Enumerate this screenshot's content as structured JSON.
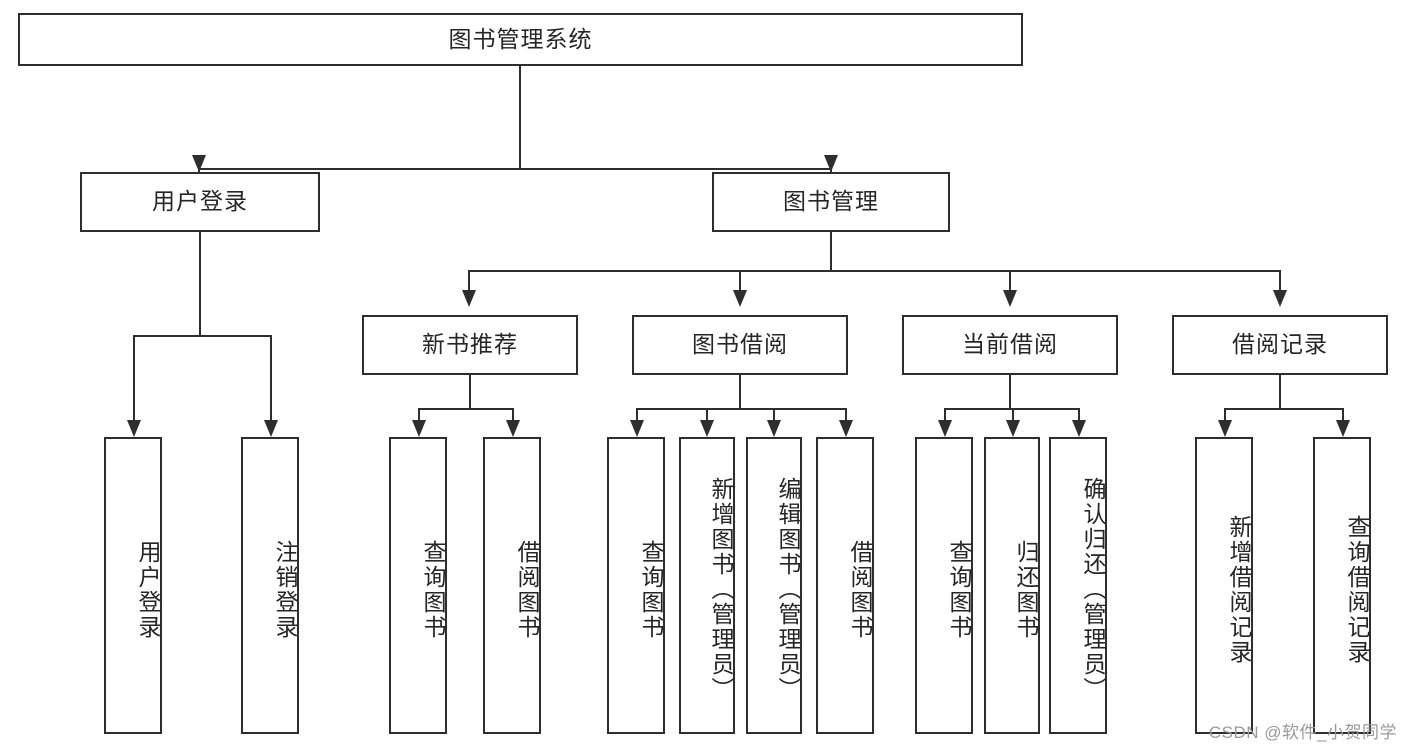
{
  "diagram": {
    "title": "图书管理系统",
    "type": "tree",
    "orientation": "top-down",
    "colors": {
      "line": "#2e2e2e",
      "box_border": "#2e2e2e",
      "box_fill": "#ffffff",
      "text": "#262626",
      "background": "#ffffff",
      "watermark": "#9a9a9a"
    },
    "nodes": {
      "root": {
        "label": "图书管理系统",
        "level": 0
      },
      "user_login": {
        "label": "用户登录",
        "level": 1
      },
      "book_manage": {
        "label": "图书管理",
        "level": 1
      },
      "new_book_rec": {
        "label": "新书推荐",
        "level": 2
      },
      "book_borrow": {
        "label": "图书借阅",
        "level": 2
      },
      "current_borrow": {
        "label": "当前借阅",
        "level": 2
      },
      "borrow_record": {
        "label": "借阅记录",
        "level": 2
      },
      "leaf_user_login": {
        "label": "用户登录",
        "level": 2
      },
      "leaf_logout": {
        "label": "注销登录",
        "level": 2
      },
      "leaf_query_book_1": {
        "label": "查询图书",
        "level": 3
      },
      "leaf_borrow_book_1": {
        "label": "借阅图书",
        "level": 3
      },
      "leaf_query_book_2": {
        "label": "查询图书",
        "level": 3
      },
      "leaf_add_book": {
        "label": "新增图书（管理员）",
        "level": 3
      },
      "leaf_edit_book": {
        "label": "编辑图书（管理员）",
        "level": 3
      },
      "leaf_borrow_book_2": {
        "label": "借阅图书",
        "level": 3
      },
      "leaf_query_book_3": {
        "label": "查询图书",
        "level": 3
      },
      "leaf_return_book": {
        "label": "归还图书",
        "level": 3
      },
      "leaf_confirm_return": {
        "label": "确认归还（管理员）",
        "level": 3
      },
      "leaf_add_record": {
        "label": "新增借阅记录",
        "level": 3
      },
      "leaf_query_record": {
        "label": "查询借阅记录",
        "level": 3
      }
    },
    "edges": [
      {
        "from": "root",
        "to": "user_login"
      },
      {
        "from": "root",
        "to": "book_manage"
      },
      {
        "from": "user_login",
        "to": "leaf_user_login"
      },
      {
        "from": "user_login",
        "to": "leaf_logout"
      },
      {
        "from": "book_manage",
        "to": "new_book_rec"
      },
      {
        "from": "book_manage",
        "to": "book_borrow"
      },
      {
        "from": "book_manage",
        "to": "current_borrow"
      },
      {
        "from": "book_manage",
        "to": "borrow_record"
      },
      {
        "from": "new_book_rec",
        "to": "leaf_query_book_1"
      },
      {
        "from": "new_book_rec",
        "to": "leaf_borrow_book_1"
      },
      {
        "from": "book_borrow",
        "to": "leaf_query_book_2"
      },
      {
        "from": "book_borrow",
        "to": "leaf_add_book"
      },
      {
        "from": "book_borrow",
        "to": "leaf_edit_book"
      },
      {
        "from": "book_borrow",
        "to": "leaf_borrow_book_2"
      },
      {
        "from": "current_borrow",
        "to": "leaf_query_book_3"
      },
      {
        "from": "current_borrow",
        "to": "leaf_return_book"
      },
      {
        "from": "current_borrow",
        "to": "leaf_confirm_return"
      },
      {
        "from": "borrow_record",
        "to": "leaf_add_record"
      },
      {
        "from": "borrow_record",
        "to": "leaf_query_record"
      }
    ]
  },
  "watermark": {
    "text": "CSDN @软件_小贺同学"
  }
}
